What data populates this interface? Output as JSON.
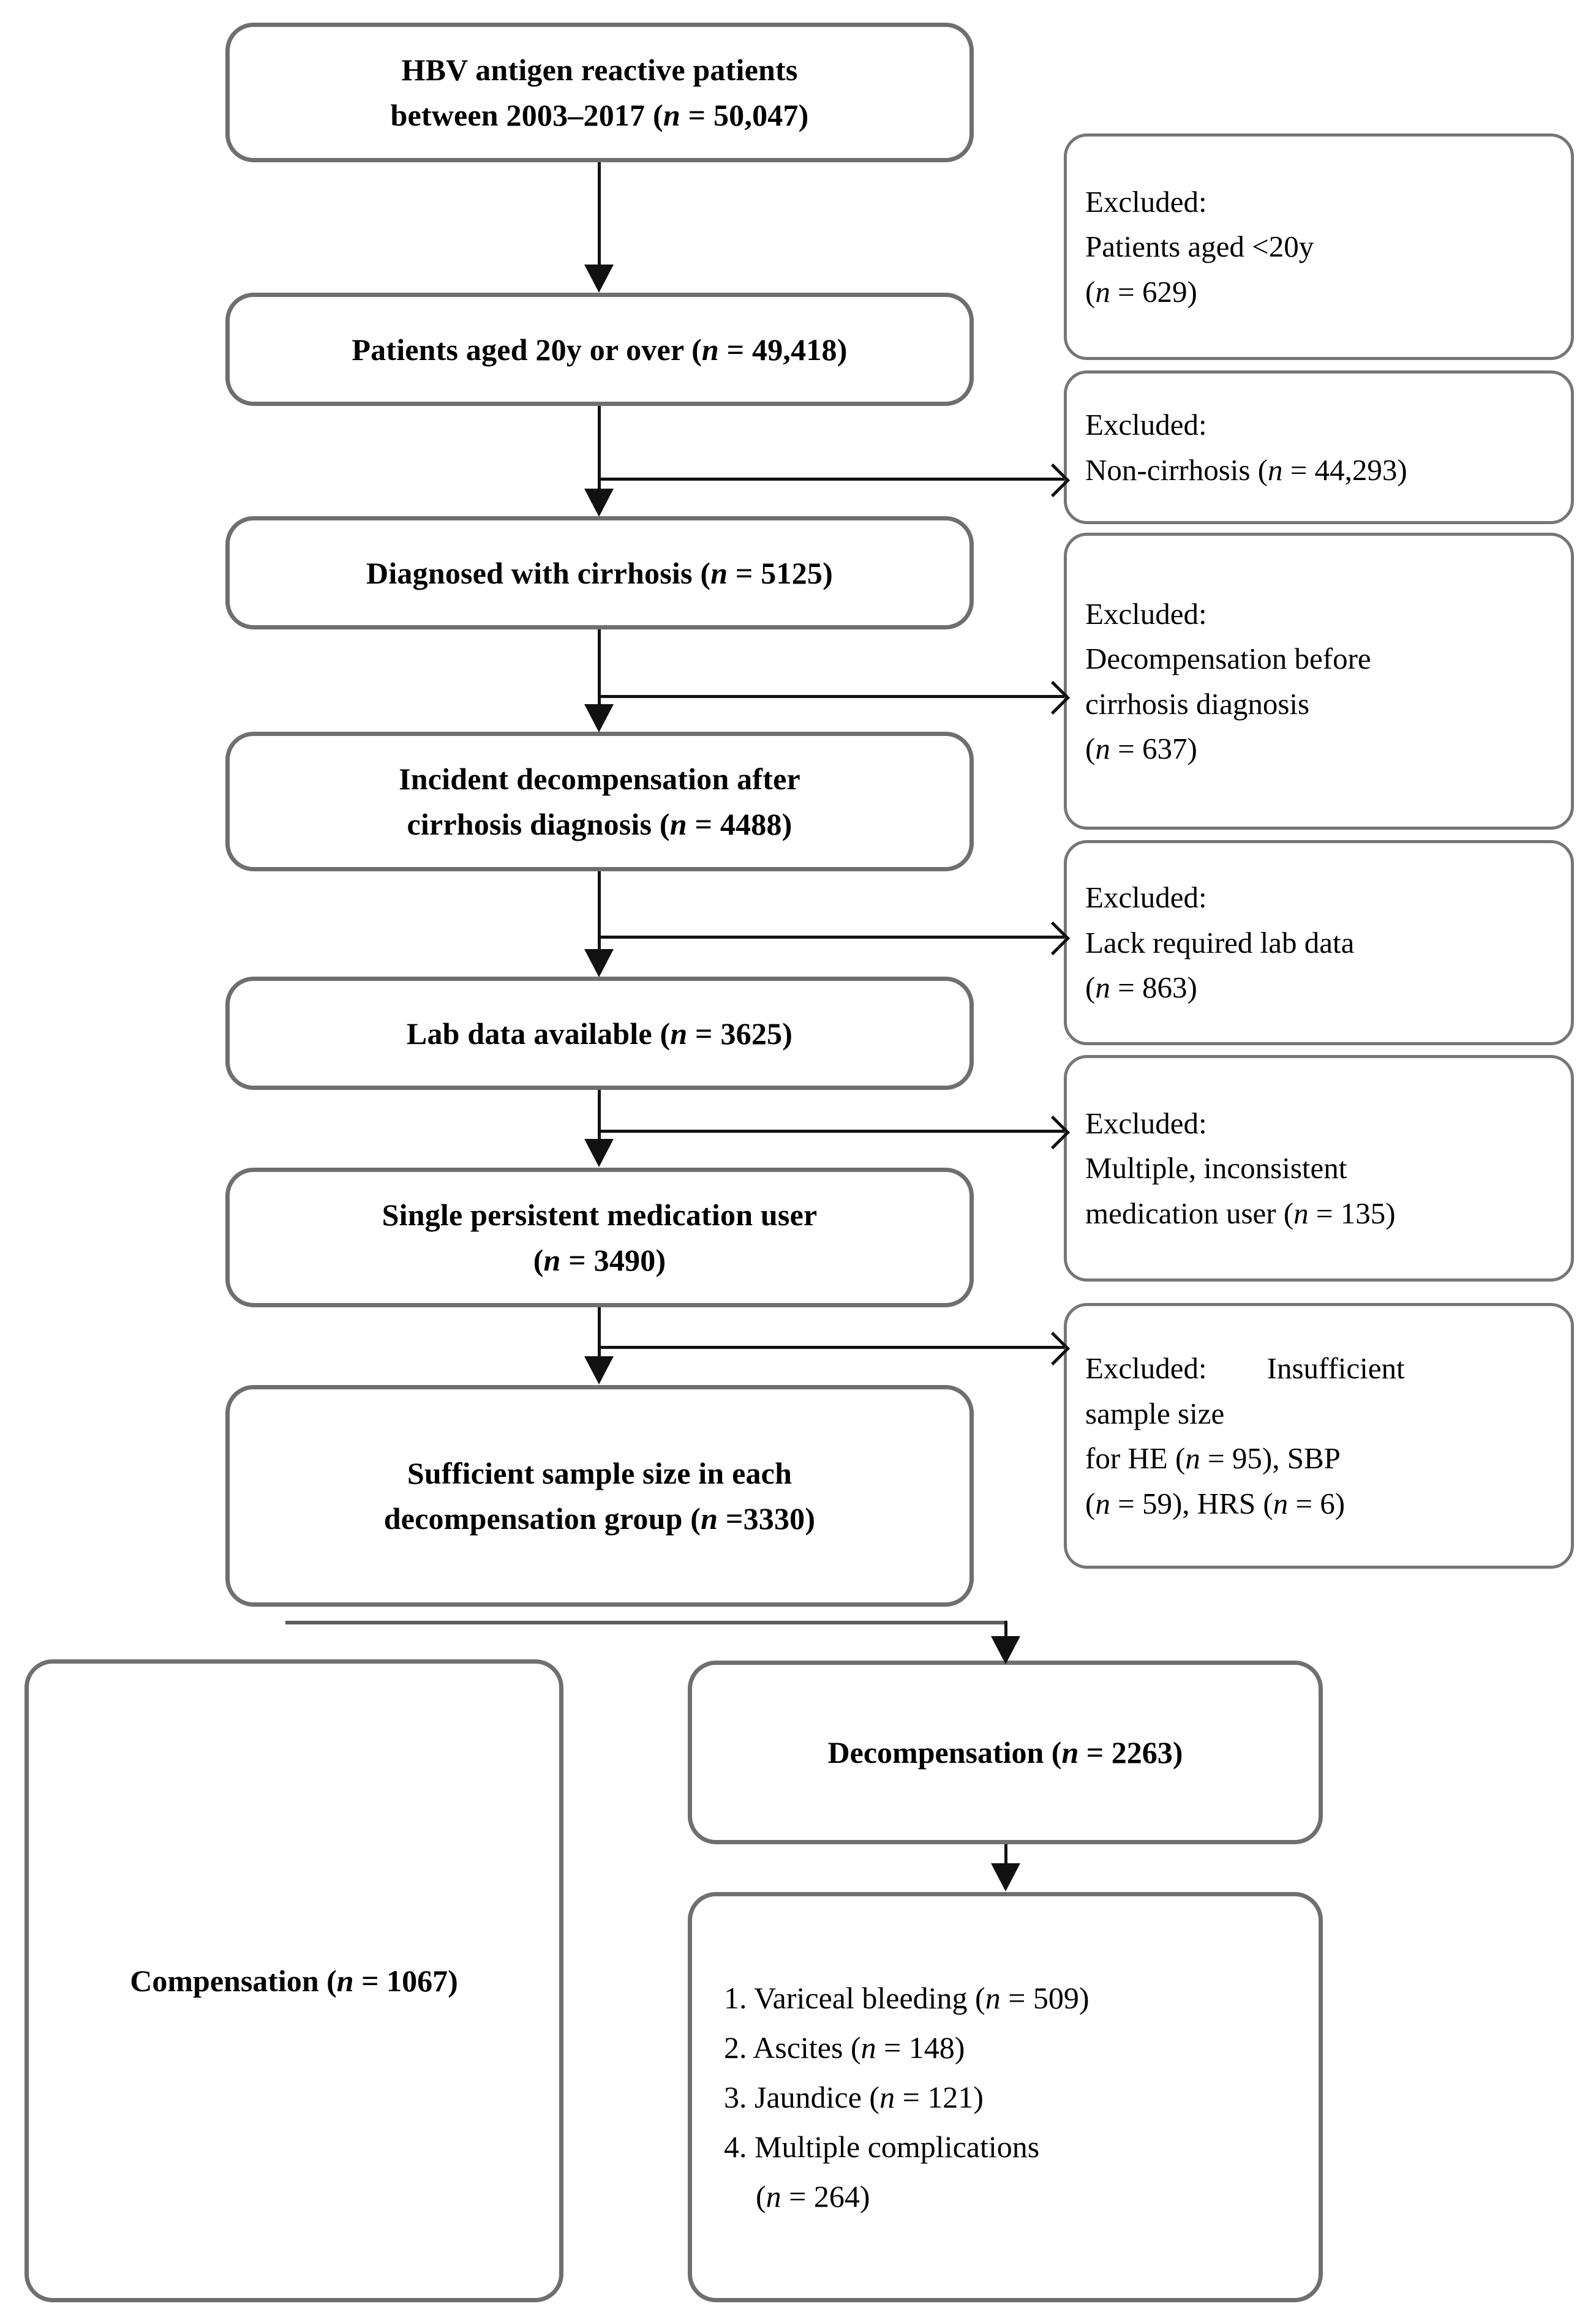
{
  "diagram": {
    "type": "patient-selection-flowchart",
    "title": "HBV cirrhosis cohort selection flow",
    "colors": {
      "box_border": "#6f6f6f",
      "connector": "#111111",
      "background": "#ffffff",
      "text": "#000000"
    },
    "main_steps": [
      {
        "id": "step-1",
        "label": "HBV antigen reactive patients between 2003–2017 (n = 50,047)",
        "line1": "HBV antigen reactive patients",
        "line2_pre": "between 2003–2017 (",
        "line2_n": "n",
        "line2_post": " = 50,047)",
        "count": 50047
      },
      {
        "id": "step-2",
        "label": "Patients aged 20y or over (n = 49,418)",
        "line1_pre": "Patients aged 20y or over (",
        "line1_n": "n",
        "line1_post": " = 49,418)",
        "count": 49418
      },
      {
        "id": "step-3",
        "label": "Diagnosed with cirrhosis (n = 5125)",
        "line1_pre": "Diagnosed with cirrhosis (",
        "line1_n": "n",
        "line1_post": " = 5125)",
        "count": 5125
      },
      {
        "id": "step-4",
        "label": "Incident decompensation after cirrhosis diagnosis (n = 4488)",
        "line1": "Incident decompensation after",
        "line2_pre": "cirrhosis diagnosis (",
        "line2_n": "n",
        "line2_post": " = 4488)",
        "count": 4488
      },
      {
        "id": "step-5",
        "label": "Lab data available (n = 3625)",
        "line1_pre": "Lab data available (",
        "line1_n": "n",
        "line1_post": " = 3625)",
        "count": 3625
      },
      {
        "id": "step-6",
        "label": "Single persistent medication user (n = 3490)",
        "line1": "Single persistent medication user",
        "line2_pre": "(",
        "line2_n": "n",
        "line2_post": " = 3490)",
        "count": 3490
      },
      {
        "id": "step-7",
        "label": "Sufficient sample size in each decompensation group (n =3330)",
        "line1": "Sufficient sample size in each",
        "line2_pre": "decompensation group (",
        "line2_n": "n",
        "line2_post": " =3330)",
        "count": 3330
      }
    ],
    "exclusions": [
      {
        "id": "exclusion-1",
        "heading": "Excluded:",
        "line2": "Patients aged <20y",
        "line3_pre": "(",
        "line3_n": "n",
        "line3_post": " = 629)",
        "count": 629
      },
      {
        "id": "exclusion-2",
        "heading": "Excluded:",
        "line2_pre": "Non-cirrhosis (",
        "line2_n": "n",
        "line2_post": " = 44,293)",
        "count": 44293
      },
      {
        "id": "exclusion-3",
        "heading": "Excluded:",
        "line2": "Decompensation before",
        "line3": "cirrhosis diagnosis",
        "line4_pre": "(",
        "line4_n": "n",
        "line4_post": " = 637)",
        "count": 637
      },
      {
        "id": "exclusion-4",
        "heading": "Excluded:",
        "line2": "Lack required lab data",
        "line3_pre": "(",
        "line3_n": "n",
        "line3_post": " = 863)",
        "count": 863
      },
      {
        "id": "exclusion-5",
        "heading": "Excluded:",
        "line2": "Multiple, inconsistent",
        "line3_pre": "medication user (",
        "line3_n": "n",
        "line3_post": " = 135)",
        "count": 135
      },
      {
        "id": "exclusion-6",
        "heading_full": "Excluded:    Insufficient sample size",
        "line1": "Excluded:  Insufficient",
        "line2": "sample size",
        "line3_pre": "for HE (",
        "line3_n1": "n",
        "line3_mid": " = 95), SBP",
        "line4_pre": "(",
        "line4_n1": "n",
        "line4_mid": " = 59), HRS (",
        "line4_n2": "n",
        "line4_post": " = 6)",
        "counts": {
          "HE": 95,
          "SBP": 59,
          "HRS": 6
        }
      }
    ],
    "outcomes": {
      "compensation": {
        "id": "outcome-compensation",
        "label": "Compensation (n = 1067)",
        "pre": "Compensation (",
        "n": "n",
        "post": " = 1067)",
        "count": 1067
      },
      "decompensation": {
        "id": "outcome-decompensation",
        "label": "Decompensation (n = 2263)",
        "pre": "Decompensation (",
        "n": "n",
        "post": " = 2263)",
        "count": 2263
      },
      "complications": {
        "id": "outcome-complications",
        "items": [
          {
            "num": "1. ",
            "name": "Variceal bleeding (",
            "n": "n",
            "post": " = 509)",
            "count": 509
          },
          {
            "num": "2. ",
            "name": "Ascites (",
            "n": "n",
            "post": " = 148)",
            "count": 148
          },
          {
            "num": "3. ",
            "name": "Jaundice (",
            "n": "n",
            "post": " = 121)",
            "count": 121
          },
          {
            "num": "4. ",
            "name": "Multiple complications",
            "post": "",
            "count": 264
          }
        ],
        "line5_pre": "(",
        "line5_n": "n",
        "line5_post": " = 264)"
      }
    }
  }
}
